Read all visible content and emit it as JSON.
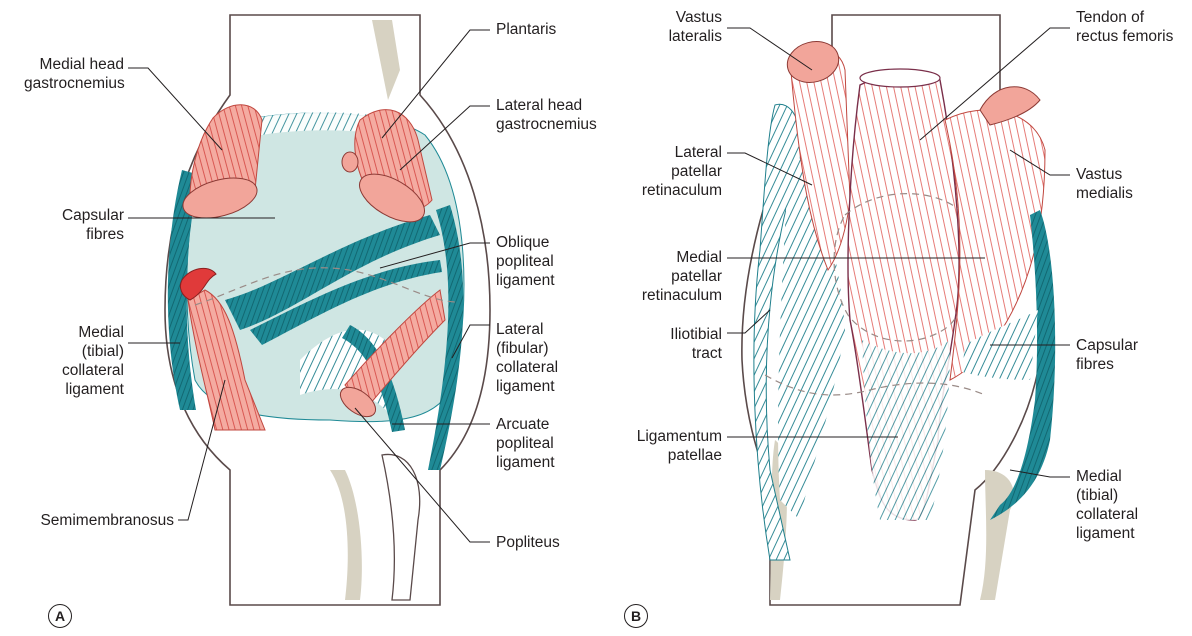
{
  "panels": [
    {
      "id": "A",
      "labels": {
        "medial_head_gastrocnemius": "Medial head\ngastrocnemius",
        "plantaris": "Plantaris",
        "lateral_head_gastrocnemius": "Lateral head\ngastrocnemius",
        "capsular_fibres": "Capsular\nfibres",
        "oblique_popliteal_ligament": "Oblique\npopliteal\nligament",
        "medial_tibial_collateral_ligament": "Medial\n(tibial)\ncollateral\nligament",
        "lateral_fibular_collateral_ligament": "Lateral\n(fibular)\ncollateral\nligament",
        "arcuate_popliteal_ligament": "Arcuate\npopliteal\nligament",
        "semimembranosus": "Semimembranosus",
        "popliteus": "Popliteus"
      }
    },
    {
      "id": "B",
      "labels": {
        "vastus_lateralis": "Vastus\nlateralis",
        "tendon_rectus_femoris": "Tendon of\nrectus femoris",
        "lateral_patellar_retinaculum": "Lateral\npatellar\nretinaculum",
        "vastus_medialis": "Vastus\nmedialis",
        "medial_patellar_retinaculum": "Medial\npatellar\nretinaculum",
        "iliotibial_tract": "Iliotibial\ntract",
        "capsular_fibres": "Capsular\nfibres",
        "ligamentum_patellae": "Ligamentum\npatellae",
        "medial_tibial_collateral_ligament": "Medial\n(tibial)\ncollateral\nligament"
      }
    }
  ],
  "colors": {
    "bone": "#ffffff",
    "outline": "#5a4a4a",
    "muscle": "#f2a59a",
    "muscle_light": "#f9d3cd",
    "muscle_line": "#d9534f",
    "ligament": "#1f8a96",
    "ligament_light": "#cfe6e3",
    "bone_shadow": "#d7d2c2",
    "red_cut": "#e03a3a",
    "leader": "#231f20"
  }
}
